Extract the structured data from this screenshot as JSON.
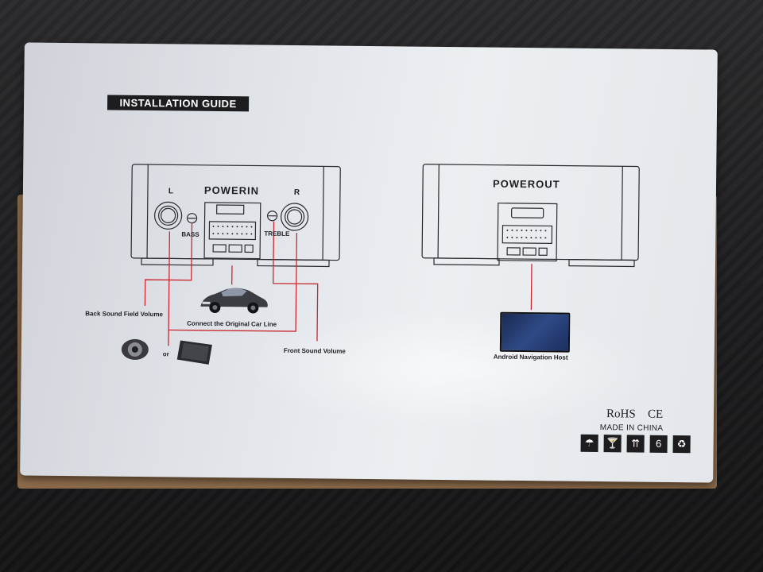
{
  "guide": {
    "heading": "INSTALLATION GUIDE",
    "powerin": {
      "title": "POWERIN",
      "left": "L",
      "right": "R",
      "bass": "BASS",
      "treble": "TREBLE"
    },
    "powerout": {
      "title": "POWEROUT"
    },
    "labels": {
      "back_sound": "Back Sound Field Volume",
      "car_line": "Connect the Original Car Line",
      "front_sound": "Front Sound Volume",
      "or": "or",
      "android_host": "Android Navigation Host"
    }
  },
  "marks": {
    "rohs": "RoHS",
    "ce": "CE",
    "made_in": "MADE IN CHINA",
    "six": "6"
  },
  "colors": {
    "accent_line": "#c8282f",
    "label_bg": "#1d1d20",
    "box_white": "#e6e9ed"
  },
  "icons": [
    "umbrella-icon",
    "fragile-glass-icon",
    "this-way-up-icon",
    "stack-limit-icon",
    "recycle-icon"
  ]
}
